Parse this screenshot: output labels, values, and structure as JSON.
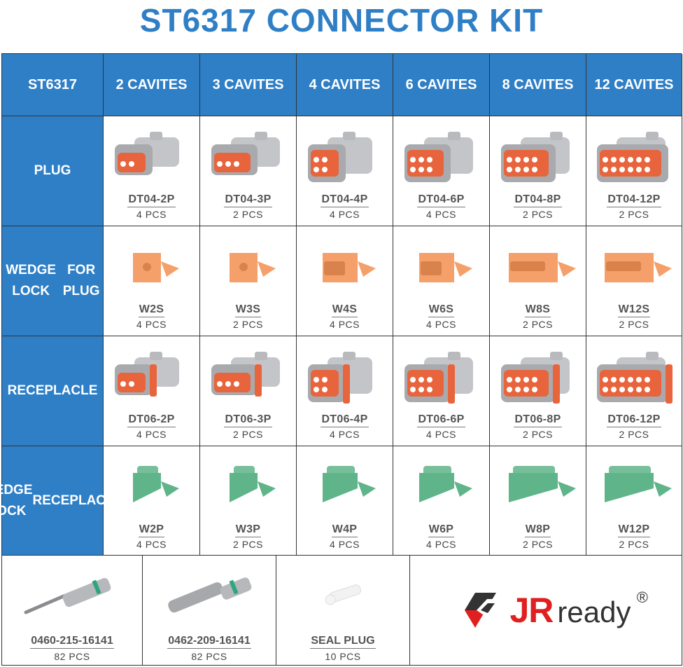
{
  "title": "ST6317 CONNECTOR KIT",
  "corner_label": "ST6317",
  "columns": [
    "2 CAVITES",
    "3 CAVITES",
    "4 CAVITES",
    "6 CAVITES",
    "8 CAVITES",
    "12 CAVITES"
  ],
  "rows": [
    {
      "label_lines": [
        "PLUG"
      ],
      "kind": "plug",
      "items": [
        {
          "code": "DT04-2P",
          "qty": "4 PCS"
        },
        {
          "code": "DT04-3P",
          "qty": "2 PCS"
        },
        {
          "code": "DT04-4P",
          "qty": "4 PCS"
        },
        {
          "code": "DT04-6P",
          "qty": "4 PCS"
        },
        {
          "code": "DT04-8P",
          "qty": "2 PCS"
        },
        {
          "code": "DT04-12P",
          "qty": "2 PCS"
        }
      ]
    },
    {
      "label_lines": [
        "WEDGE LOCK",
        "FOR PLUG"
      ],
      "kind": "wedge-plug",
      "items": [
        {
          "code": "W2S",
          "qty": "4 PCS"
        },
        {
          "code": "W3S",
          "qty": "2 PCS"
        },
        {
          "code": "W4S",
          "qty": "4 PCS"
        },
        {
          "code": "W6S",
          "qty": "4 PCS"
        },
        {
          "code": "W8S",
          "qty": "2 PCS"
        },
        {
          "code": "W12S",
          "qty": "2 PCS"
        }
      ]
    },
    {
      "label_lines": [
        "RECEPLACLE"
      ],
      "kind": "receptacle",
      "items": [
        {
          "code": "DT06-2P",
          "qty": "4 PCS"
        },
        {
          "code": "DT06-3P",
          "qty": "2 PCS"
        },
        {
          "code": "DT06-4P",
          "qty": "4 PCS"
        },
        {
          "code": "DT06-6P",
          "qty": "4 PCS"
        },
        {
          "code": "DT06-8P",
          "qty": "2 PCS"
        },
        {
          "code": "DT06-12P",
          "qty": "2 PCS"
        }
      ]
    },
    {
      "label_lines": [
        "WEDGE LOCK",
        "RECEPLACLE"
      ],
      "kind": "wedge-receptacle",
      "items": [
        {
          "code": "W2P",
          "qty": "4 PCS"
        },
        {
          "code": "W3P",
          "qty": "2 PCS"
        },
        {
          "code": "W4P",
          "qty": "4 PCS"
        },
        {
          "code": "W6P",
          "qty": "4 PCS"
        },
        {
          "code": "W8P",
          "qty": "2 PCS"
        },
        {
          "code": "W12P",
          "qty": "2 PCS"
        }
      ]
    }
  ],
  "extras": [
    {
      "code": "0460-215-16141",
      "qty": "82 PCS",
      "kind": "pin-contact"
    },
    {
      "code": "0462-209-16141",
      "qty": "82 PCS",
      "kind": "socket-contact"
    },
    {
      "code": "SEAL PLUG",
      "qty": "10 PCS",
      "kind": "seal-plug"
    }
  ],
  "brand": {
    "name_red": "JR",
    "name_dark": "ready",
    "reg_mark": "®"
  },
  "colors": {
    "title_blue": "#2f7fc6",
    "header_blue": "#2f7fc6",
    "connector_gray": "#a9aaad",
    "seal_orange": "#e8643c",
    "wedge_orange": "#f5a06a",
    "wedge_green": "#5fb48a",
    "brand_red": "#e02020"
  }
}
